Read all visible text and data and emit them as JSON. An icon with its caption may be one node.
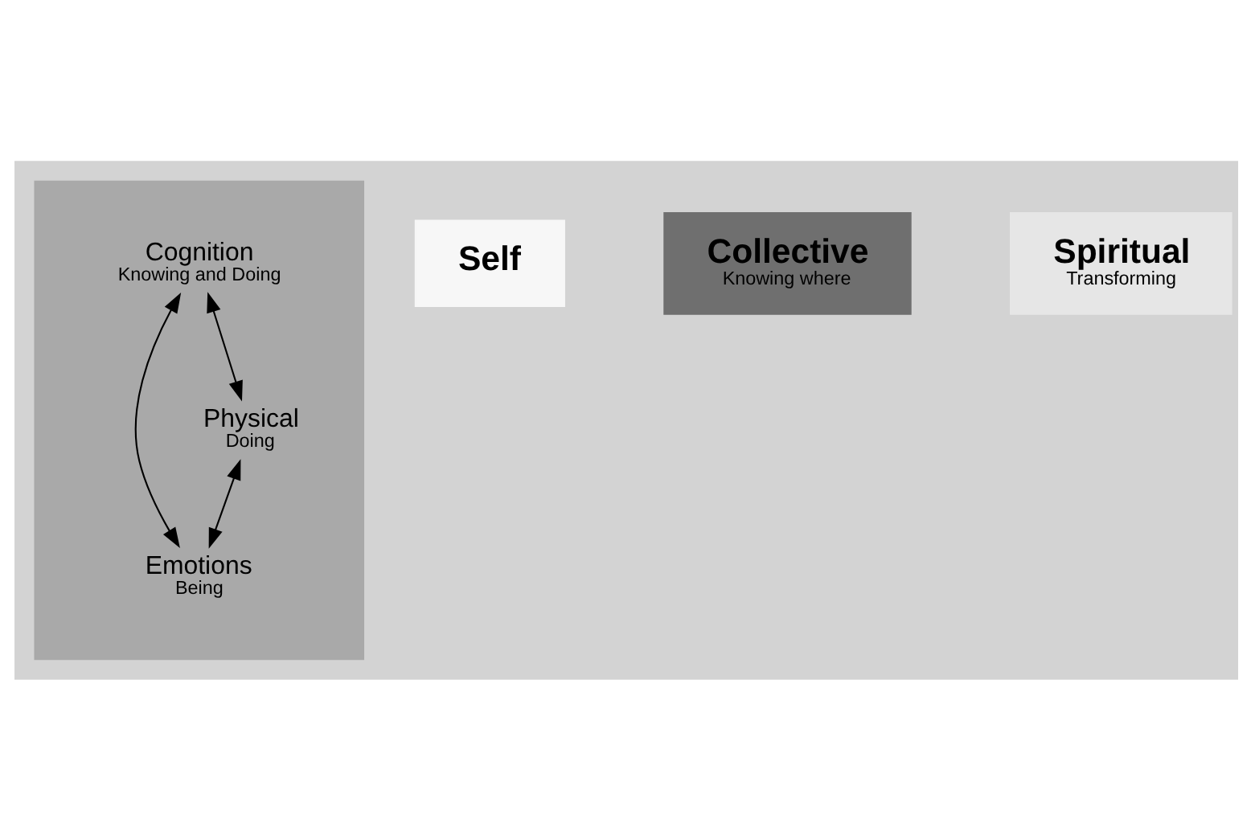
{
  "diagram": {
    "nodes": [
      {
        "text": [],
        "shape": "box"
      },
      {
        "text": [
          "Cognition",
          "Knowing and Doing"
        ],
        "in": 0
      },
      {
        "text": [
          "Emotions",
          "Being"
        ],
        "in": 0
      },
      {
        "text": [
          "Physical",
          "Doing"
        ],
        "in": 0
      },
      {
        "text": [
          "Self"
        ]
      },
      {
        "text": [
          "Collective",
          "Knowing where"
        ]
      },
      {
        "text": [
          "Spiritual",
          "Transforming"
        ]
      }
    ],
    "edges": [
      {
        "from": 1,
        "to": 3,
        "arrow": "both"
      },
      {
        "from": 1,
        "to": 2,
        "arrow": "both"
      },
      {
        "from": 3,
        "to": 2,
        "arrow": "both"
      }
    ]
  }
}
